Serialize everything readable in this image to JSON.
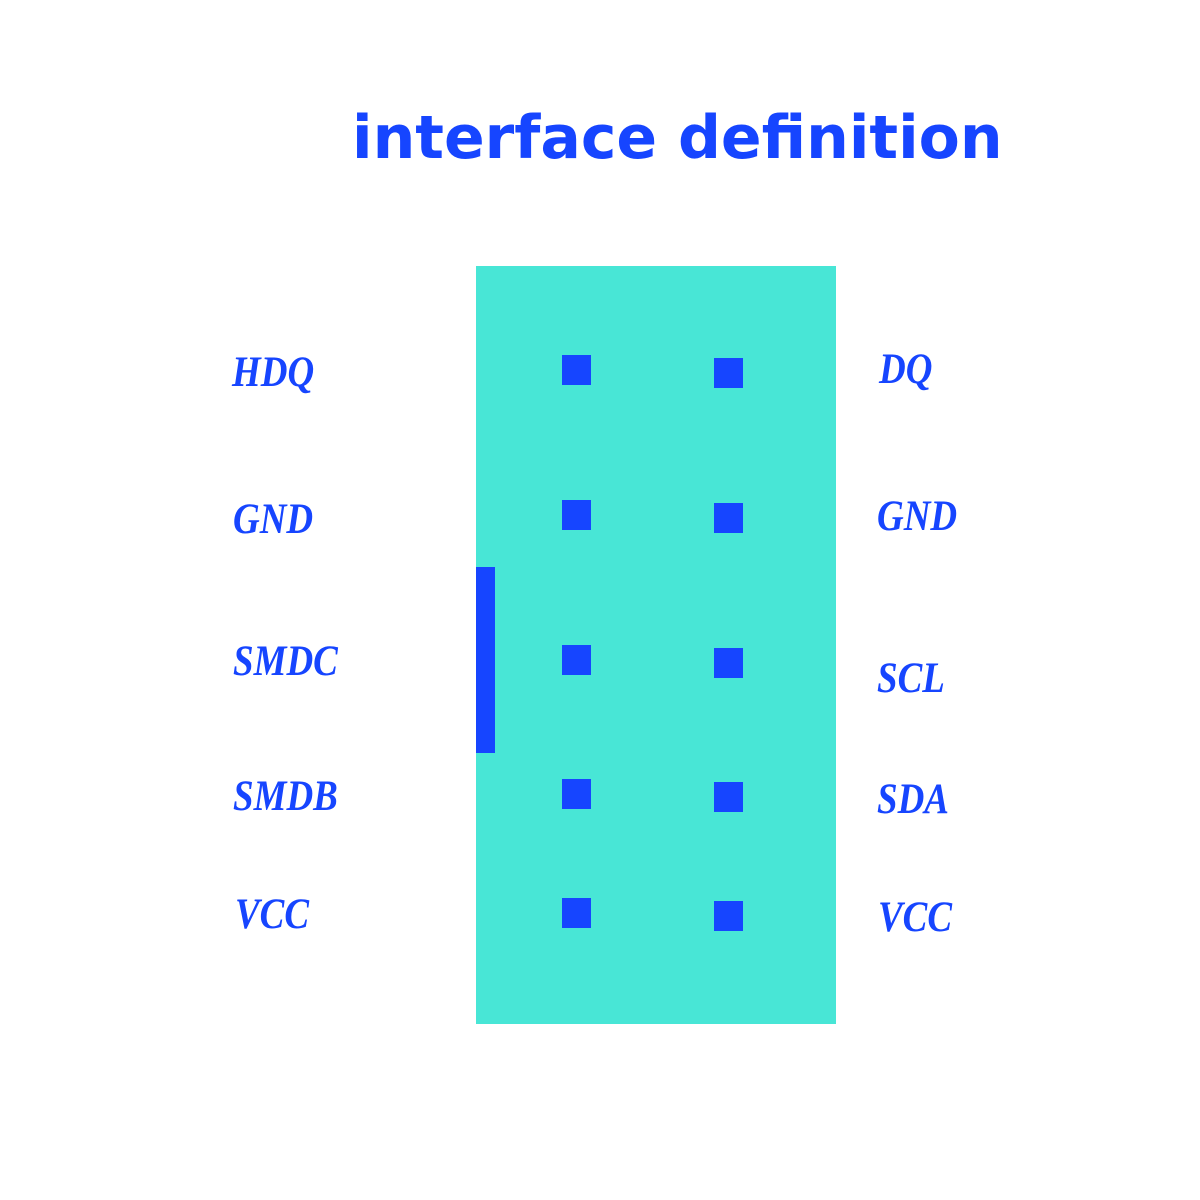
{
  "title": "interface definition",
  "colors": {
    "text": "#1645ff",
    "board": "#48e6d6",
    "pin": "#1645ff",
    "background": "#ffffff"
  },
  "pins": {
    "left": [
      "HDQ",
      "GND",
      "SMDC",
      "SMDB",
      "VCC"
    ],
    "right": [
      "DQ",
      "GND",
      "SCL",
      "SDA",
      "VCC"
    ]
  }
}
